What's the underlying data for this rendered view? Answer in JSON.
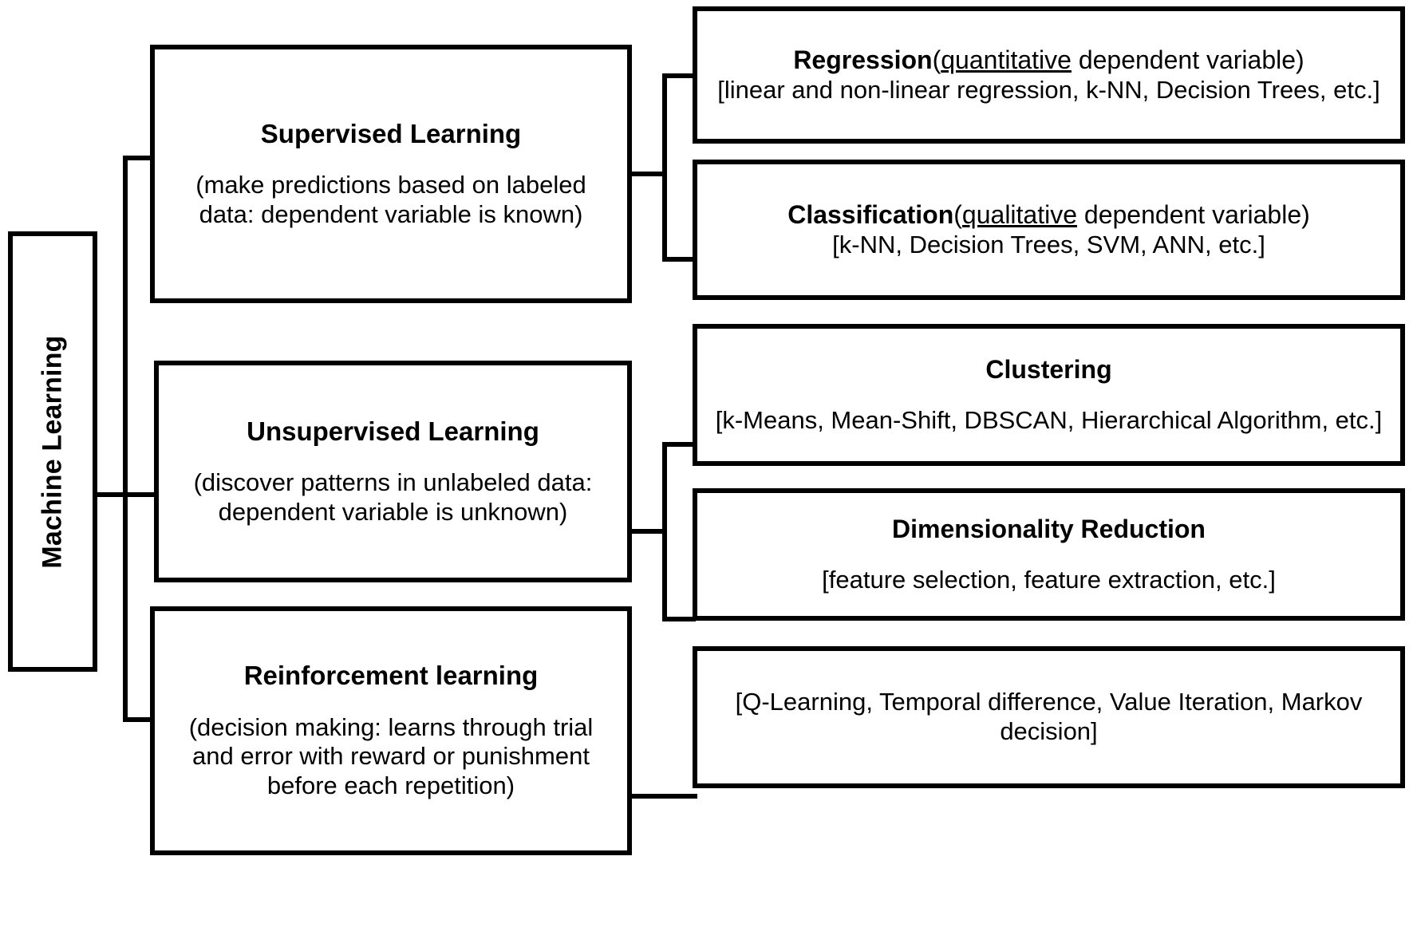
{
  "diagram": {
    "title": "Machine Learning taxonomy",
    "root": {
      "label": "Machine Learning"
    },
    "branches": [
      {
        "key": "supervised",
        "title": "Supervised Learning",
        "description": "(make predictions based on labeled data: dependent variable is known)",
        "children": [
          {
            "key": "regression",
            "title": "Regression",
            "qualifier_prefix": "(",
            "qualifier_underlined": "quantitative",
            "qualifier_suffix": " dependent variable)",
            "examples": "[linear and non-linear regression, k-NN, Decision Trees, etc.]"
          },
          {
            "key": "classification",
            "title": "Classification",
            "qualifier_prefix": "(",
            "qualifier_underlined": "qualitative",
            "qualifier_suffix": " dependent variable)",
            "examples": "[k-NN, Decision Trees, SVM, ANN, etc.]"
          }
        ]
      },
      {
        "key": "unsupervised",
        "title": "Unsupervised Learning",
        "description": "(discover patterns in unlabeled data: dependent variable is unknown)",
        "children": [
          {
            "key": "clustering",
            "title": "Clustering",
            "examples": "[k-Means, Mean-Shift, DBSCAN, Hierarchical Algorithm, etc.]"
          },
          {
            "key": "dimensionality-reduction",
            "title": "Dimensionality Reduction",
            "examples": "[feature selection, feature  extraction, etc.]"
          }
        ]
      },
      {
        "key": "reinforcement",
        "title": "Reinforcement learning",
        "description": "(decision making: learns through trial and error with reward or punishment before each repetition)",
        "children": [
          {
            "key": "reinforcement-algorithms",
            "title": "",
            "examples": "[Q-Learning, Temporal difference, Value Iteration, Markov decision]"
          }
        ]
      }
    ],
    "colors": {
      "line": "#000000",
      "background": "#ffffff",
      "text": "#000000"
    }
  }
}
